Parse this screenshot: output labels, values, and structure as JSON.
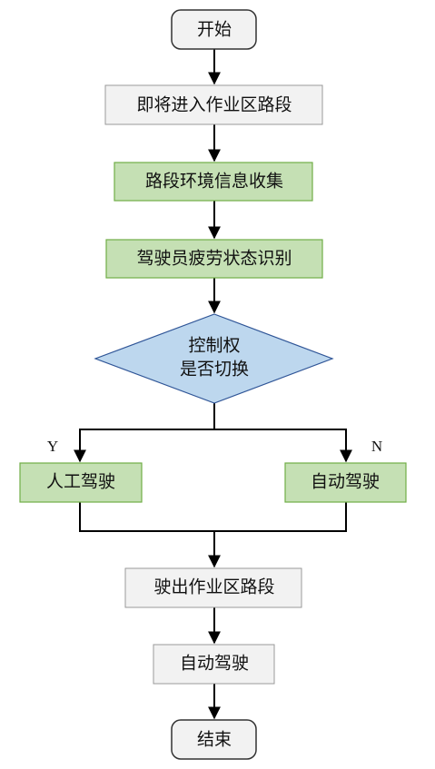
{
  "nodes": {
    "start": "开始",
    "enter": "即将进入作业区路段",
    "collect": "路段环境信息收集",
    "fatigue": "驾驶员疲劳状态识别",
    "decision_line1": "控制权",
    "decision_line2": "是否切换",
    "manual": "人工驾驶",
    "auto_branch": "自动驾驶",
    "exit": "驶出作业区路段",
    "auto_after": "自动驾驶",
    "end": "结束"
  },
  "branches": {
    "yes": "Y",
    "no": "N"
  },
  "colors": {
    "terminal_fill": "#f2f2f2",
    "gray_fill": "#f2f2f2",
    "green_fill": "#c5e0b4",
    "green_stroke": "#70ad47",
    "decision_fill": "#bdd7ee",
    "decision_stroke": "#2f5597",
    "line": "#000000"
  }
}
